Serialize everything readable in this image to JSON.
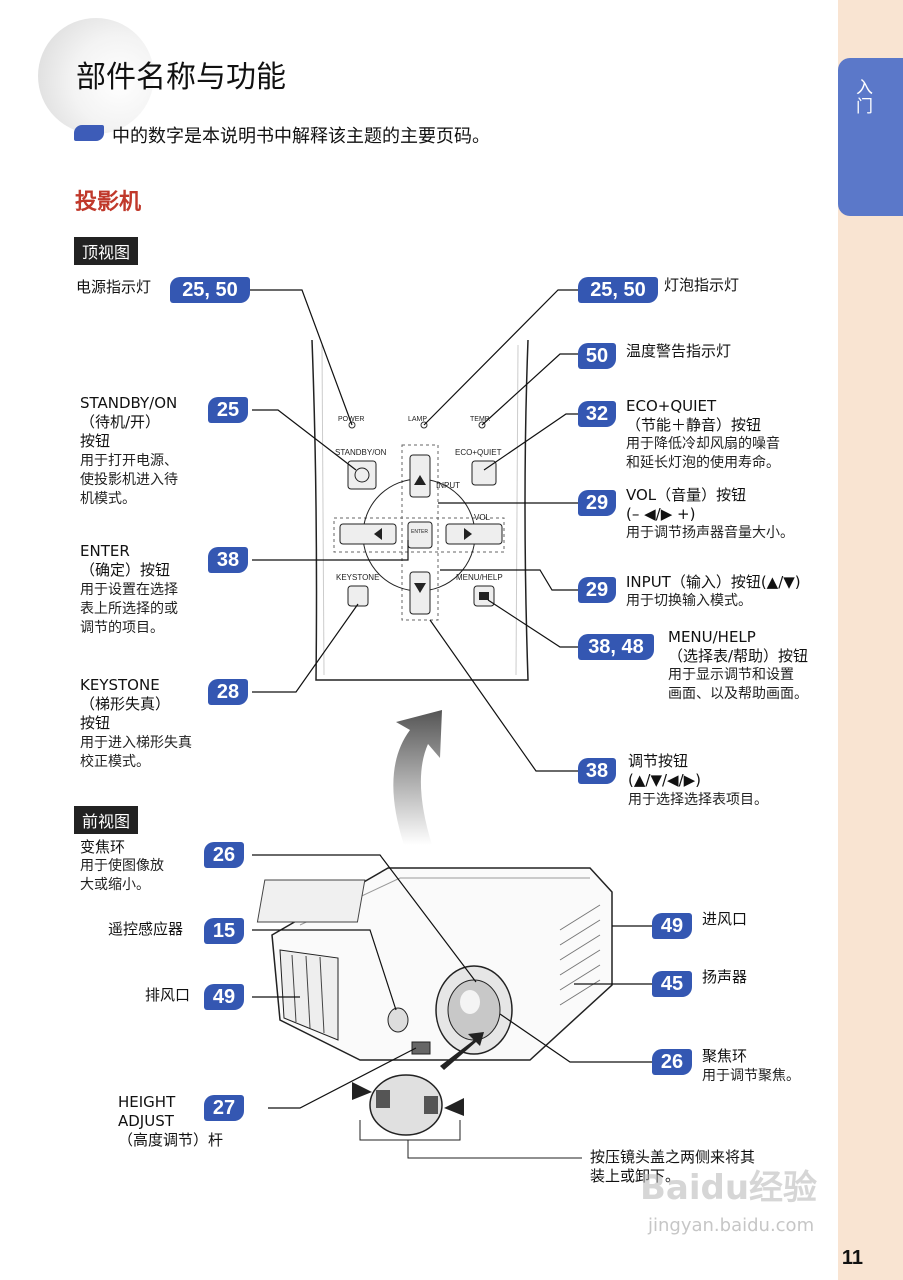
{
  "sidebar": {
    "tab_label": "入门"
  },
  "header": {
    "title": "部件名称与功能",
    "legend_text": "中的数字是本说明书中解释该主题的主要页码。"
  },
  "section_title": "投影机",
  "top_view": {
    "heading": "顶视图",
    "panel_labels": {
      "power": "POWER",
      "lamp": "LAMP",
      "temp": "TEMP.",
      "standby": "STANDBY/ON",
      "eco": "ECO+QUIET",
      "input": "INPUT",
      "vol": "VOL",
      "enter": "ENTER",
      "keystone": "KEYSTONE",
      "menu": "MENU/HELP"
    },
    "callouts": [
      {
        "id": "power-indicator",
        "pages": "25, 50",
        "title": "电源指示灯"
      },
      {
        "id": "lamp-indicator",
        "pages": "25, 50",
        "title": "灯泡指示灯"
      },
      {
        "id": "temp-indicator",
        "pages": "50",
        "title": "温度警告指示灯"
      },
      {
        "id": "standby",
        "pages": "25",
        "title": "STANDBY/ON",
        "title2": "（待机/开）",
        "title3": "按钮",
        "desc": "用于打开电源、",
        "desc2": "使投影机进入待",
        "desc3": "机模式。"
      },
      {
        "id": "eco",
        "pages": "32",
        "title": "ECO+QUIET",
        "title2": "（节能＋静音）按钮",
        "desc": "用于降低冷却风扇的噪音",
        "desc2": "和延长灯泡的使用寿命。"
      },
      {
        "id": "vol",
        "pages": "29",
        "title": "VOL（音量）按钮",
        "title2": "(– ◀/▶ +)",
        "desc": "用于调节扬声器音量大小。"
      },
      {
        "id": "enter",
        "pages": "38",
        "title": "ENTER",
        "title2": "（确定）按钮",
        "desc": "用于设置在选择",
        "desc2": "表上所选择的或",
        "desc3": "调节的项目。"
      },
      {
        "id": "input",
        "pages": "29",
        "title": "INPUT（输入）按钮(▲/▼)",
        "desc": "用于切换输入模式。"
      },
      {
        "id": "menu",
        "pages": "38, 48",
        "title": "MENU/HELP",
        "title2": "（选择表/帮助）按钮",
        "desc": "用于显示调节和设置",
        "desc2": "画面、以及帮助画面。"
      },
      {
        "id": "keystone",
        "pages": "28",
        "title": "KEYSTONE",
        "title2": "（梯形失真）",
        "title3": "按钮",
        "desc": "用于进入梯形失真",
        "desc2": "校正模式。"
      },
      {
        "id": "adjust",
        "pages": "38",
        "title": "调节按钮",
        "title2": "(▲/▼/◀/▶)",
        "desc": "用于选择选择表项目。"
      }
    ]
  },
  "front_view": {
    "heading": "前视图",
    "callouts": [
      {
        "id": "zoom",
        "pages": "26",
        "title": "变焦环",
        "desc": "用于使图像放",
        "desc2": "大或缩小。"
      },
      {
        "id": "remote-sensor",
        "pages": "15",
        "title": "遥控感应器"
      },
      {
        "id": "exhaust",
        "pages": "49",
        "title": "排风口"
      },
      {
        "id": "height-adjust",
        "pages": "27",
        "title": "HEIGHT",
        "title2": "ADJUST",
        "title3": "（高度调节）杆"
      },
      {
        "id": "intake",
        "pages": "49",
        "title": "进风口"
      },
      {
        "id": "speaker",
        "pages": "45",
        "title": "扬声器"
      },
      {
        "id": "focus",
        "pages": "26",
        "title": "聚焦环",
        "desc": "用于调节聚焦。"
      }
    ],
    "lens_cap_note": "按压镜头盖之两侧来将其",
    "lens_cap_note2": "装上或卸下。"
  },
  "page_number": "11",
  "watermark": {
    "text": "Baidu经验",
    "url": "jingyan.baidu.com"
  },
  "colors": {
    "accent_blue": "#3457b2",
    "section_red": "#c0392b",
    "sidebar_peach": "#f9e4d2",
    "tab_blue": "#5b78c9"
  }
}
